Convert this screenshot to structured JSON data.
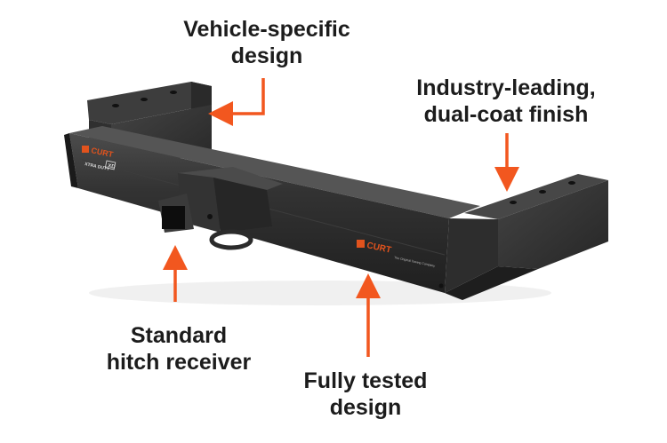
{
  "callouts": {
    "vehicle_specific": {
      "lines": [
        "Vehicle-specific",
        "design"
      ]
    },
    "finish": {
      "lines": [
        "Industry-leading,",
        "dual-coat finish"
      ]
    },
    "receiver": {
      "lines": [
        "Standard",
        "hitch receiver"
      ]
    },
    "tested": {
      "lines": [
        "Fully tested",
        "design"
      ]
    }
  },
  "brand_marks": {
    "logo_text": "CURT",
    "model_badge": "XD",
    "model_sub": "XTRA DUTY",
    "tagline": "The Original Towing Company"
  },
  "colors": {
    "arrow": "#f2571f",
    "hitch_body": "#2b2b2b",
    "hitch_highlight": "#4a4a4a",
    "label_text": "#1c1c1c",
    "logo": "#e2531d"
  }
}
